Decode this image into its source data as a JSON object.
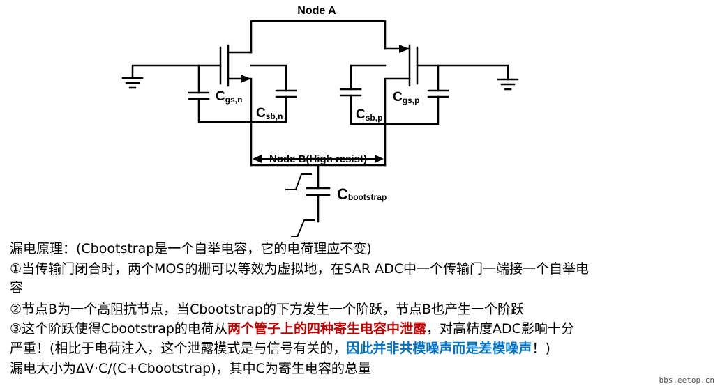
{
  "diagram": {
    "node_a": "Node A",
    "node_b": "Node B(High resist)",
    "cgs_n_main": "C",
    "cgs_n_sub": "gs,n",
    "csb_n_main": "C",
    "csb_n_sub": "sb,n",
    "csb_p_main": "C",
    "csb_p_sub": "sb,p",
    "cgs_p_main": "C",
    "cgs_p_sub": "gs,p",
    "cboot_main": "C",
    "cboot_sub": "bootstrap"
  },
  "text": {
    "line1": "漏电原理：(Cbootstrap是一个自举电容，它的电荷理应不变)",
    "line2": "①当传输门闭合时，两个MOS的栅可以等效为虚拟地，在SAR ADC中一个传输门一端接一个自举电",
    "line3": "容",
    "line4": "②节点B为一个高阻抗节点，当Cbootstrap的下方发生一个阶跃，节点B也产生一个阶跃",
    "line5_a": "③这个阶跃使得Cbootstrap的电荷从",
    "line5_b": "两个管子上的四种寄生电容中泄露",
    "line5_c": "，对高精度ADC影响十分",
    "line6_a": "严重！(相比于电荷注入，这个泄露模式是与信号有关的，",
    "line6_b": "因此并非共模噪声而是差模噪声",
    "line6_c": "！)",
    "line7": "漏电大小为ΔV·C/(C+Cbootstrap)，其中C为寄生电容的总量"
  },
  "watermark": "bbs.eetop.cn"
}
